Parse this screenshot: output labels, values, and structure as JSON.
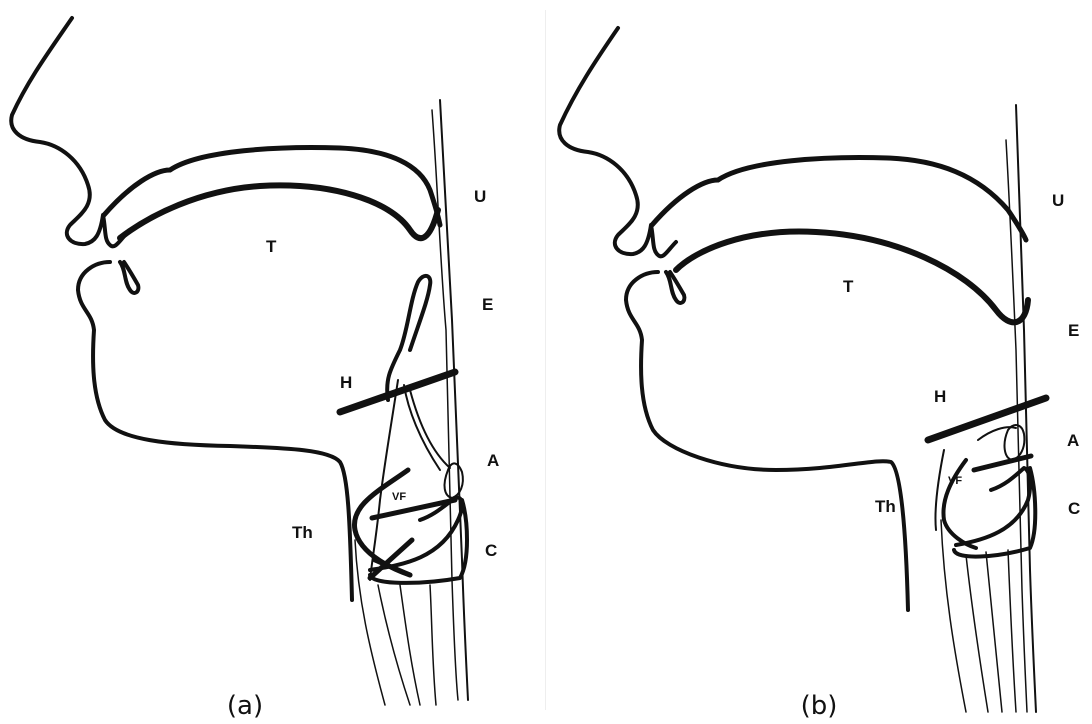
{
  "panels": [
    {
      "caption": "(a)",
      "labels": {
        "U": "U",
        "T": "T",
        "E": "E",
        "H": "H",
        "A": "A",
        "VF": "VF",
        "Th": "Th",
        "C": "C"
      }
    },
    {
      "caption": "(b)",
      "labels": {
        "U": "U",
        "T": "T",
        "E": "E",
        "H": "H",
        "A": "A",
        "VF": "VF",
        "Th": "Th",
        "C": "C"
      }
    }
  ]
}
